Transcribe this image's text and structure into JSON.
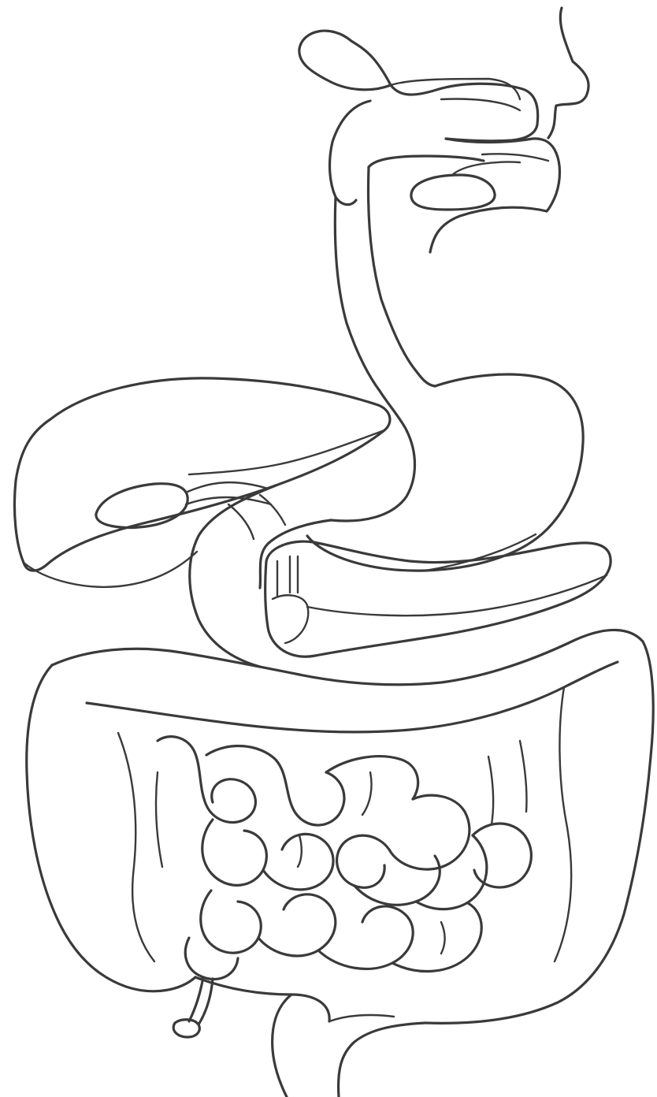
{
  "diagram": {
    "type": "digestive-system-line-drawing",
    "labels": [],
    "colors": {
      "background": "#ffffff",
      "stroke": "#3a3a3a"
    },
    "parts": [
      "nasal-cavity",
      "mouth",
      "tongue",
      "pharynx",
      "esophagus",
      "liver",
      "gallbladder",
      "stomach",
      "duodenum",
      "pancreas",
      "large-intestine",
      "small-intestine",
      "appendix",
      "rectum"
    ]
  }
}
